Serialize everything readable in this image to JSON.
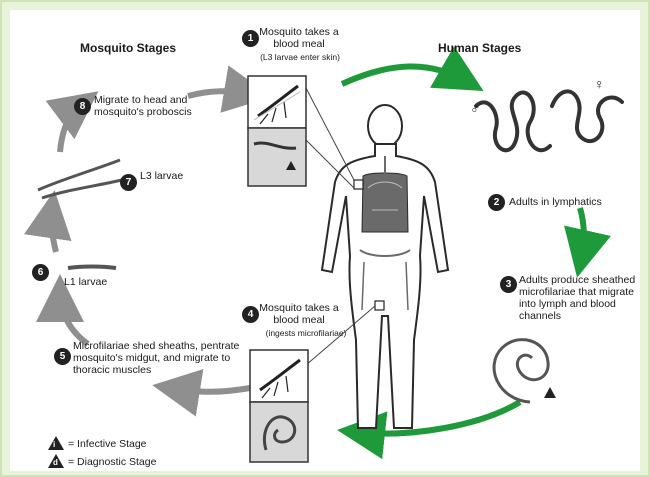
{
  "headings": {
    "mosquito": "Mosquito Stages",
    "human": "Human Stages"
  },
  "steps": [
    {
      "num": "1",
      "text": "Mosquito takes a blood meal",
      "sub": "(L3 larvae enter skin)"
    },
    {
      "num": "2",
      "text": "Adults in lymphatics"
    },
    {
      "num": "3",
      "text": "Adults produce sheathed microfilariae that migrate into lymph and blood channels"
    },
    {
      "num": "4",
      "text": "Mosquito takes a blood meal",
      "sub": "(ingests microfilariae)"
    },
    {
      "num": "5",
      "text": "Microfilariae shed sheaths, pentrate mosquito's midgut, and migrate to thoracic muscles"
    },
    {
      "num": "6",
      "text": "L1 larvae"
    },
    {
      "num": "7",
      "text": "L3 larvae"
    },
    {
      "num": "8",
      "text": "Migrate to head and mosquito's proboscis"
    }
  ],
  "sex_symbols": {
    "male": "♂",
    "female": "♀"
  },
  "legend": {
    "infective_glyph": "i",
    "infective": "= Infective Stage",
    "diagnostic_glyph": "d",
    "diagnostic": "= Diagnostic Stage"
  },
  "colors": {
    "human_arrow": "#1f9a3a",
    "mosquito_arrow": "#9a9a9a",
    "frame_bg": "#e9f3d9"
  }
}
